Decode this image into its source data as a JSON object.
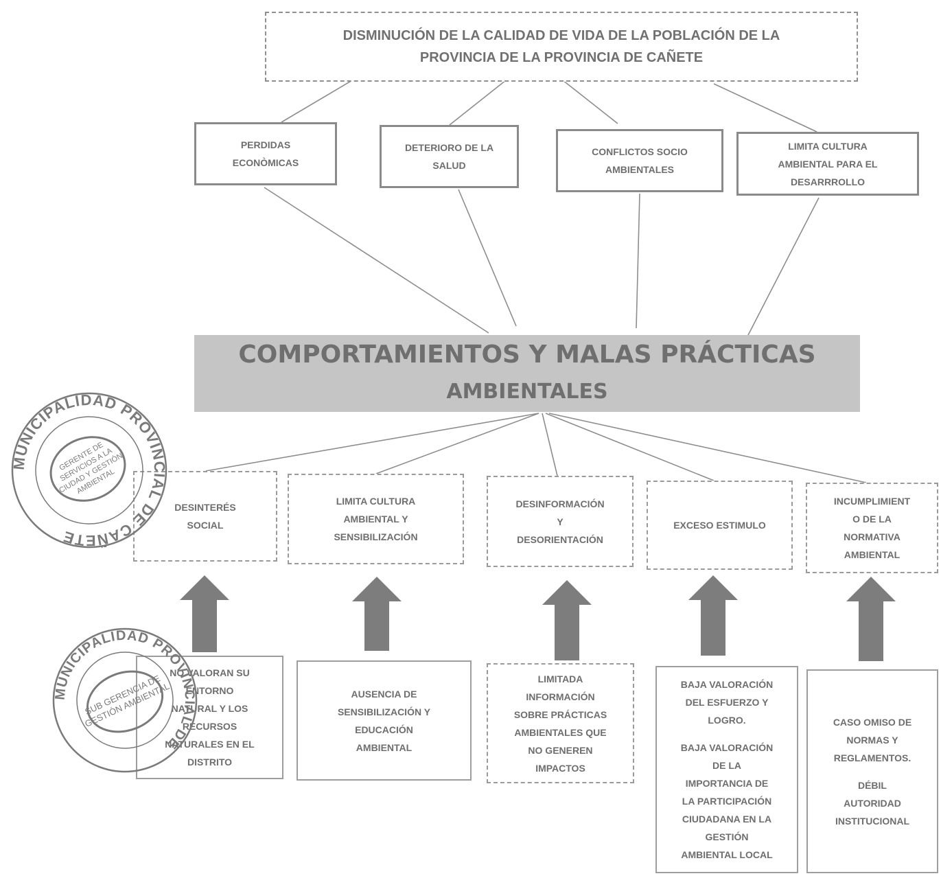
{
  "problem": {
    "lines": [
      "DISMINUCIÓN DE LA CALIDAD DE VIDA DE LA POBLACIÓN DE LA",
      "PROVINCIA DE LA PROVINCIA DE CAÑETE"
    ]
  },
  "effects": [
    {
      "lines": [
        "PERDIDAS",
        "ECONÒMICAS"
      ]
    },
    {
      "lines": [
        "DETERIORO DE LA",
        "SALUD"
      ]
    },
    {
      "lines": [
        "CONFLICTOS SOCIO",
        "AMBIENTALES"
      ]
    },
    {
      "lines": [
        "LIMITA CULTURA",
        "AMBIENTAL PARA EL",
        "DESARRROLLO"
      ]
    }
  ],
  "core": {
    "lines": [
      "COMPORTAMIENTOS Y MALAS PRÁCTICAS",
      "AMBIENTALES"
    ]
  },
  "causes": [
    {
      "lines": [
        "DESINTERÉS",
        "SOCIAL"
      ]
    },
    {
      "lines": [
        "LIMITA CULTURA",
        "AMBIENTAL Y",
        "SENSIBILIZACIÓN"
      ]
    },
    {
      "lines": [
        "DESINFORMACIÓN",
        "Y",
        "DESORIENTACIÓN"
      ]
    },
    {
      "lines": [
        "EXCESO ESTIMULO"
      ]
    },
    {
      "lines": [
        "INCUMPLIMIENT",
        "O DE LA",
        "NORMATIVA",
        "AMBIENTAL"
      ]
    }
  ],
  "root_causes": [
    {
      "paragraphs": [
        [
          "NO VALORAN SU",
          "ENTORNO",
          "NATURAL Y LOS",
          "RECURSOS",
          "NATURALES EN EL",
          "DISTRITO"
        ]
      ]
    },
    {
      "paragraphs": [
        [
          "AUSENCIA DE",
          "SENSIBILIZACIÓN Y",
          "EDUCACIÓN",
          "AMBIENTAL"
        ]
      ]
    },
    {
      "paragraphs": [
        [
          "LIMITADA",
          "INFORMACIÓN",
          "SOBRE PRÁCTICAS",
          "AMBIENTALES QUE",
          "NO GENEREN",
          "IMPACTOS"
        ]
      ]
    },
    {
      "paragraphs": [
        [
          "BAJA VALORACIÓN",
          "DEL ESFUERZO Y",
          "LOGRO."
        ],
        [
          "BAJA VALORACIÓN",
          "DE LA",
          "IMPORTANCIA DE",
          "LA PARTICIPACIÓN",
          "CIUDADANA EN LA",
          "GESTIÓN",
          "AMBIENTAL LOCAL"
        ]
      ]
    },
    {
      "paragraphs": [
        [
          "CASO OMISO DE",
          "NORMAS Y",
          "REGLAMENTOS."
        ],
        [
          "DÉBIL",
          "AUTORIDAD",
          "INSTITUCIONAL"
        ]
      ]
    }
  ],
  "stamps": [
    {
      "outer": "MUNICIPALIDAD PROVINCIAL DE CAÑETE",
      "inner": [
        "GERENTE DE",
        "SERVICIOS A LA",
        "CIUDAD Y GESTIÓN",
        "AMBIENTAL"
      ]
    },
    {
      "outer": "MUNICIPALIDAD PROVINCIAL DE",
      "inner": [
        "SUB GERENCIA DE",
        "GESTIÓN AMBIENTAL"
      ]
    }
  ],
  "colors": {
    "box_border": "#8a8a8a",
    "text": "#6e6e6e",
    "core_fill": "#c5c5c5",
    "arrow_fill": "#7d7d7d",
    "stamp": "#7a7a7a"
  }
}
